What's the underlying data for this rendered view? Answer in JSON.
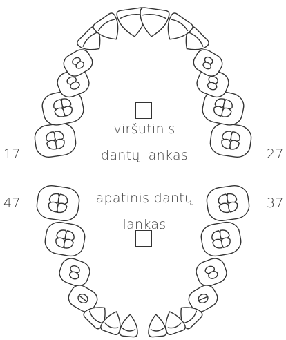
{
  "upper_arch": {
    "label_line1": "viršutinis",
    "label_line2": "dantų lankas",
    "checked": false
  },
  "lower_arch": {
    "label_line1": "apatinis dantų",
    "label_line2": "lankas",
    "checked": false
  },
  "quadrant_numbers": {
    "upper_right": "17",
    "upper_left": "27",
    "lower_right": "47",
    "lower_left": "37"
  },
  "colors": {
    "stroke": "#333333",
    "text": "#3f3f3f",
    "background": "#ffffff"
  }
}
